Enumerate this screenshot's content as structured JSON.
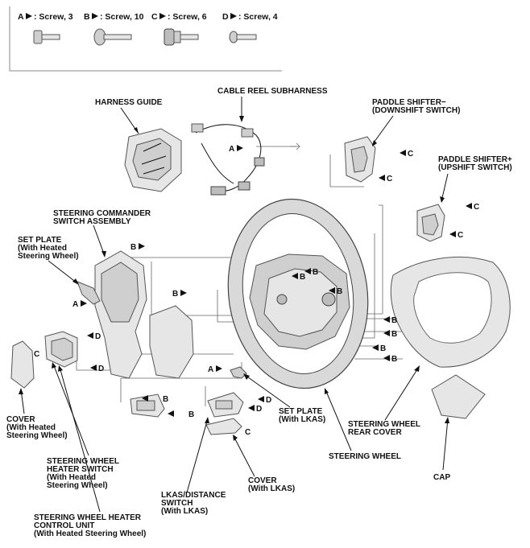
{
  "legend": {
    "items": [
      {
        "letter": "A",
        "text": ": Screw, 3"
      },
      {
        "letter": "B",
        "text": ": Screw, 10"
      },
      {
        "letter": "C",
        "text": ": Screw, 6"
      },
      {
        "letter": "D",
        "text": ": Screw, 4"
      }
    ]
  },
  "parts": {
    "harness_guide": "HARNESS GUIDE",
    "cable_reel_subharness": "CABLE REEL SUBHARNESS",
    "paddle_minus_1": "PADDLE SHIFTER−",
    "paddle_minus_2": "(DOWNSHIFT SWITCH)",
    "paddle_plus_1": "PADDLE SHIFTER+",
    "paddle_plus_2": "(UPSHIFT SWITCH)",
    "commander_1": "STEERING COMMANDER",
    "commander_2": "SWITCH ASSEMBLY",
    "set_plate_heated_1": "SET PLATE",
    "set_plate_heated_2": "(With Heated",
    "set_plate_heated_3": "Steering Wheel)",
    "cover_heated_1": "COVER",
    "cover_heated_2": "(With Heated",
    "cover_heated_3": "Steering Wheel)",
    "heater_switch_1": "STEERING WHEEL",
    "heater_switch_2": "HEATER SWITCH",
    "heater_switch_3": "(With Heated",
    "heater_switch_4": "Steering Wheel)",
    "heater_cu_1": "STEERING WHEEL HEATER",
    "heater_cu_2": "CONTROL UNIT",
    "heater_cu_3": "(With Heated Steering Wheel)",
    "lkas_switch_1": "LKAS/DISTANCE",
    "lkas_switch_2": "SWITCH",
    "lkas_switch_3": "(With LKAS)",
    "cover_lkas_1": "COVER",
    "cover_lkas_2": "(With LKAS)",
    "set_plate_lkas_1": "SET PLATE",
    "set_plate_lkas_2": "(With LKAS)",
    "steering_wheel": "STEERING WHEEL",
    "rear_cover_1": "STEERING WHEEL",
    "rear_cover_2": "REAR COVER",
    "cap": "CAP"
  },
  "callouts": {
    "A": "A",
    "B": "B",
    "C": "C",
    "D": "D"
  }
}
